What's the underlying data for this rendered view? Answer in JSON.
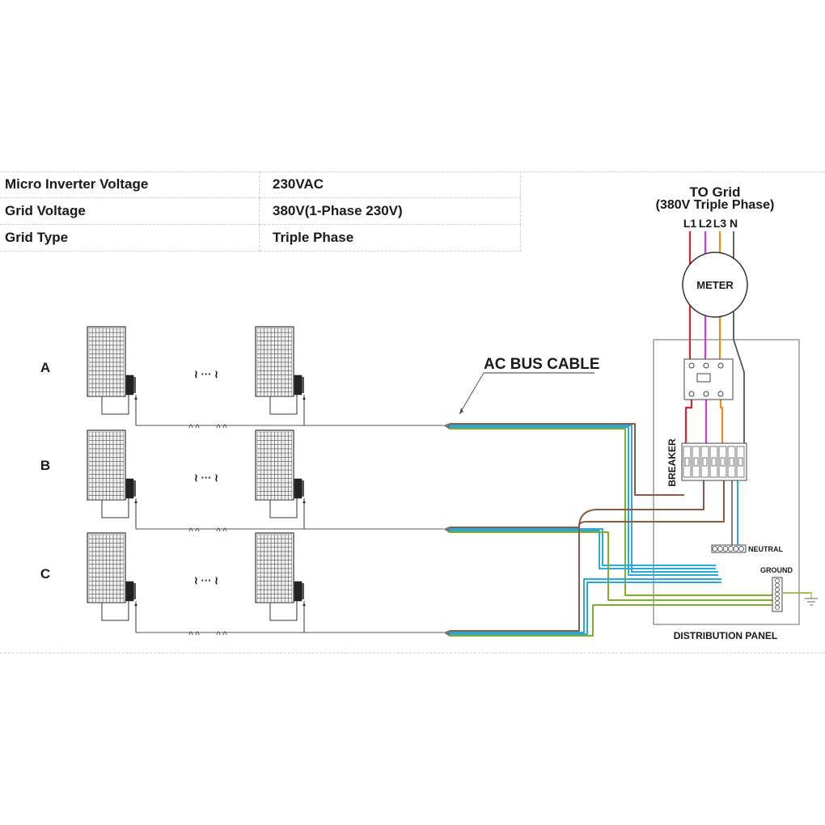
{
  "specs": [
    {
      "label": "Micro Inverter Voltage",
      "value": "230VAC"
    },
    {
      "label": "Grid  Voltage",
      "value": "380V(1-Phase 230V)"
    },
    {
      "label": "Grid Type",
      "value": "Triple Phase"
    }
  ],
  "grid": {
    "title": "TO Grid",
    "subtitle": "(380V Triple Phase)",
    "lines": [
      "L1",
      "L2",
      "L3",
      "N"
    ]
  },
  "meter_label": "METER",
  "breaker_label": "BREAKER",
  "neutral_label": "NEUTRAL",
  "ground_label": "GROUND",
  "panel_label": "DISTRIBUTION PANEL",
  "bus_label": "AC BUS CABLE",
  "ellipsis": "≀ ··· ≀",
  "rows": [
    "A",
    "B",
    "C"
  ],
  "colors": {
    "L1": "#d9232d",
    "L2": "#d63ad6",
    "L3": "#f08a1c",
    "neutral": "#2aa8d8",
    "ground": "#7fae2a",
    "brown": "#8a5a44",
    "neutral_grey": "#555555"
  }
}
